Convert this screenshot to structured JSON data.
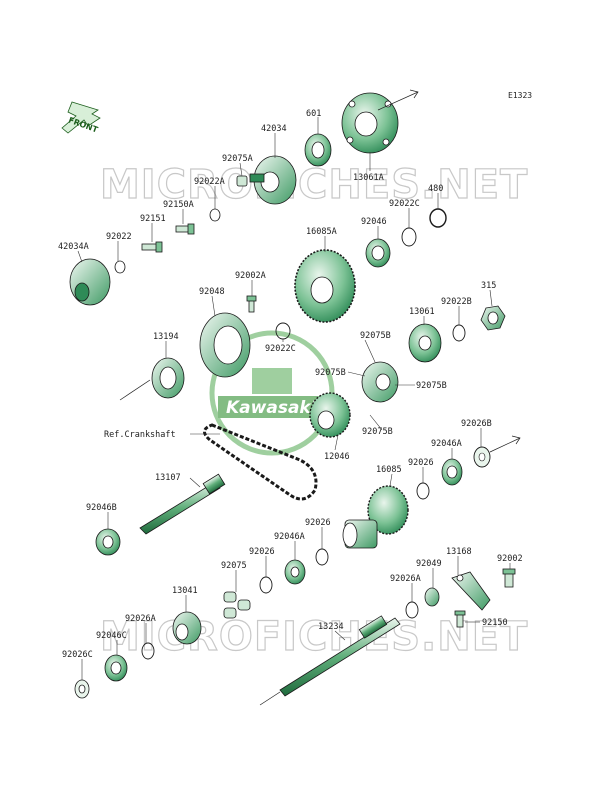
{
  "diagram_code": "E1323",
  "front_label": "FRONT",
  "watermark": "MICROFICHES.NET",
  "brand_logo_text": "Kawasaki",
  "colors": {
    "part_green": "#2e8b57",
    "part_light": "#cfe8d6",
    "part_dark": "#1f6b3d",
    "watermark_gray": "#c8c8c8",
    "logo_green": "#5aa65a"
  },
  "parts": {
    "p601": "601",
    "p42034": "42034",
    "p13061A": "13061A",
    "p92075A": "92075A",
    "p92022A": "92022A",
    "p480": "480",
    "p92022C_top": "92022C",
    "p92046_top": "92046",
    "p92150A": "92150A",
    "p92151": "92151",
    "p92022": "92022",
    "p42034A": "42034A",
    "p16085A": "16085A",
    "p92002A": "92002A",
    "p92048": "92048",
    "p13061": "13061",
    "p92022B": "92022B",
    "p315": "315",
    "p13194": "13194",
    "p92022C_mid": "92022C",
    "p92075B_a": "92075B",
    "p92075B_b": "92075B",
    "p92075B_c": "92075B",
    "p92075B_d": "92075B",
    "ref_crankshaft": "Ref.Crankshaft",
    "p12046": "12046",
    "p92026B": "92026B",
    "p92046A_right": "92046A",
    "p16085": "16085",
    "p92026_right": "92026",
    "p13107": "13107",
    "p92046B": "92046B",
    "p92026_mid": "92026",
    "p92046A_mid": "92046A",
    "p92026_left": "92026",
    "p92075": "92075",
    "p13168": "13168",
    "p92049": "92049",
    "p92002": "92002",
    "p92026A_right": "92026A",
    "p13041": "13041",
    "p92026A_left": "92026A",
    "p13234": "13234",
    "p92150": "92150",
    "p92046C": "92046C",
    "p92026C": "92026C"
  }
}
